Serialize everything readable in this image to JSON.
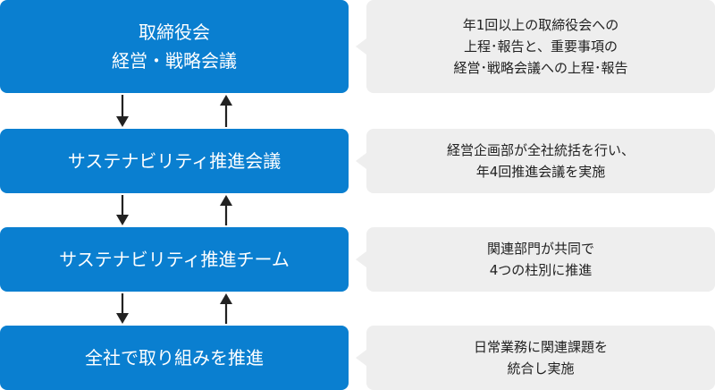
{
  "levels": [
    {
      "name_lines": [
        "取締役会",
        "経営・戦略会議"
      ],
      "note_lines": [
        "年1回以上の取締役会への",
        "上程･報告と、重要事項の",
        "経営･戦略会議への上程･報告"
      ]
    },
    {
      "name_lines": [
        "サステナビリティ推進会議"
      ],
      "note_lines": [
        "経営企画部が全社統括を行い、",
        "年4回推進会議を実施"
      ]
    },
    {
      "name_lines": [
        "サステナビリティ推進チーム"
      ],
      "note_lines": [
        "関連部門が共同で",
        "4つの柱別に推進"
      ]
    },
    {
      "name_lines": [
        "全社で取り組みを推進"
      ],
      "note_lines": [
        "日常業務に関連課題を",
        "統合し実施"
      ]
    }
  ],
  "colors": {
    "box": "#0a7fd0",
    "note": "#eeeeee",
    "arrow": "#222222"
  },
  "icons": {
    "down_arrow": "arrow-down-icon",
    "up_arrow": "arrow-up-icon"
  }
}
